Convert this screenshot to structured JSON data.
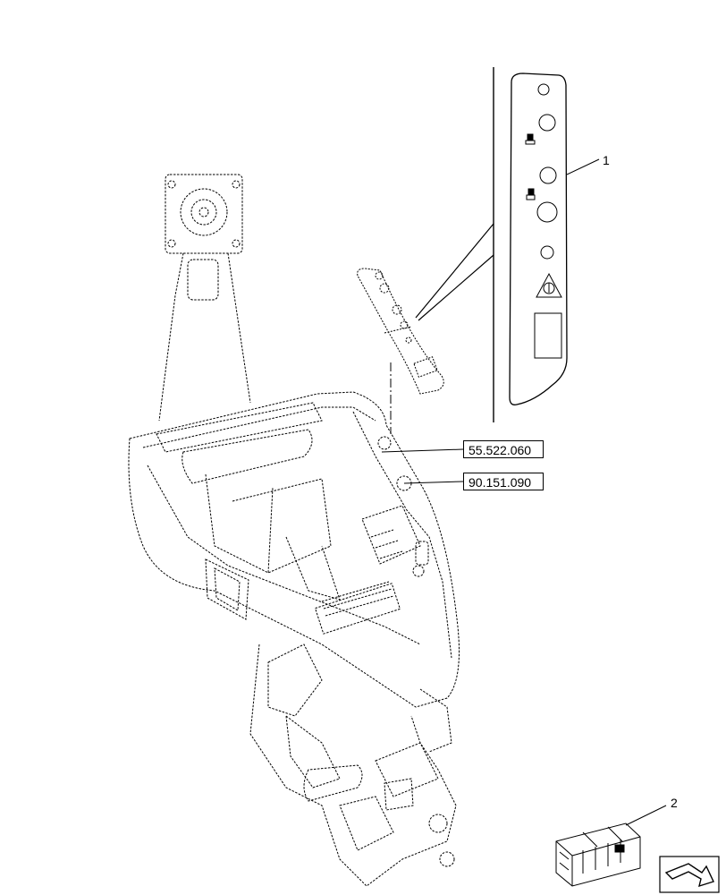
{
  "diagram": {
    "callouts": [
      {
        "id": "callout-1",
        "label": "1"
      },
      {
        "id": "callout-2",
        "label": "2"
      }
    ],
    "references": [
      {
        "id": "ref-1",
        "label": "55.522.060"
      },
      {
        "id": "ref-2",
        "label": "90.151.090"
      }
    ],
    "colors": {
      "line": "#000000",
      "background": "#ffffff"
    },
    "icons": [
      "crate-icon",
      "return-arrow-icon",
      "warning-triangle-icon",
      "tractor-symbol-icon"
    ]
  }
}
